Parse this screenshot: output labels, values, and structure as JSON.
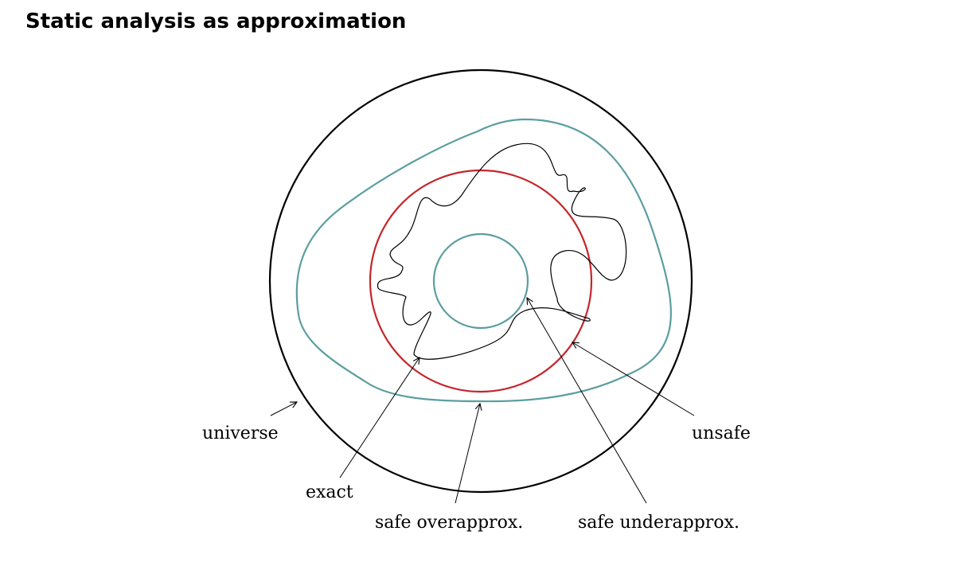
{
  "title": "Static analysis as approximation",
  "colors": {
    "universe": "#000000",
    "exact": "#000000",
    "overapprox": "#5c9ea0",
    "underapprox": "#5c9ea0",
    "unsafe": "#c4262c"
  },
  "labels": {
    "universe": "universe",
    "exact": "exact",
    "overapprox": "safe overapprox.",
    "underapprox": "safe underapprox.",
    "unsafe": "unsafe"
  }
}
